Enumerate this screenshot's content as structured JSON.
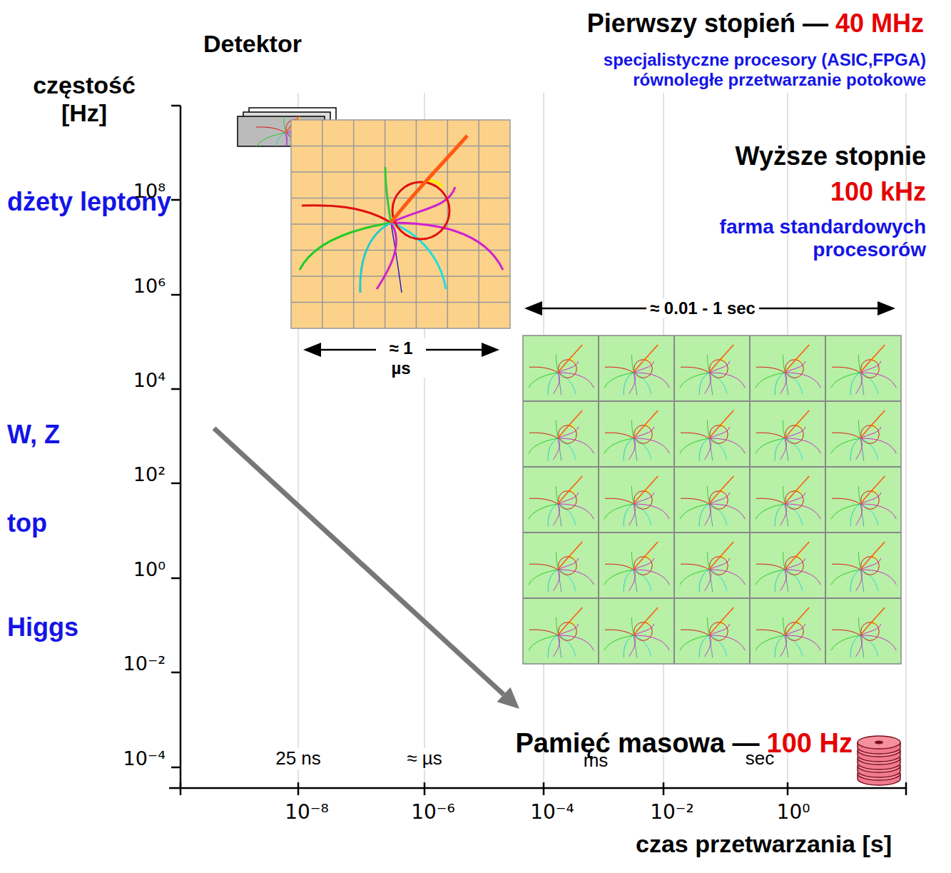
{
  "diagram": {
    "labels": [
      "Detektor",
      "Pierwszy stopień —",
      "40 MHz",
      "specjalistyczne procesory (ASIC,FPGA) równoległe przetwarzanie potokowe",
      "Wyższe stopnie",
      "100 kHz",
      "farma standardowych procesorów",
      "częstość [Hz]",
      "dżety leptony",
      "W, Z",
      "top",
      "Higgs",
      "10⁸",
      "10⁶",
      "10⁴",
      "10²",
      "10⁰",
      "10⁻²",
      "10⁻⁴",
      "≈ 1 µs",
      "≈ 0.01 - 1 sec",
      "25 ns",
      "≈ µs",
      "ms",
      "sec",
      "10⁻⁸",
      "10⁻⁶",
      "10⁻⁴",
      "10⁻²",
      "10⁰",
      "Pamięć masowa —",
      "100 Hz",
      "czas przetwarzania [s]"
    ]
  }
}
